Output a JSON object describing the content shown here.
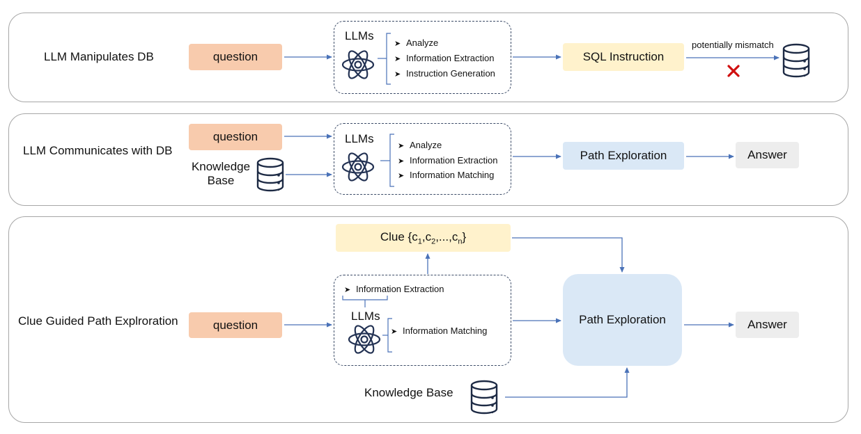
{
  "panel1": {
    "title": "LLM Manipulates DB",
    "question": "question",
    "llm_title": "LLMs",
    "items": [
      "Analyze",
      "Information Extraction",
      "Instruction Generation"
    ],
    "output": "SQL Instruction",
    "mismatch_label": "potentially mismatch"
  },
  "panel2": {
    "title": "LLM Communicates with DB",
    "question": "question",
    "kb_line1": "Knowledge",
    "kb_line2": "Base",
    "llm_title": "LLMs",
    "items": [
      "Analyze",
      "Information Extraction",
      "Information Matching"
    ],
    "exploration": "Path Exploration",
    "answer": "Answer"
  },
  "panel3": {
    "title": "Clue Guided Path Explroration",
    "question": "question",
    "clue": "Clue {c1,c2,...,cn}",
    "llm_title": "LLMs",
    "item_top": "Information Extraction",
    "item_right": "Information Matching",
    "exploration": "Path Exploration",
    "answer": "Answer",
    "kb": "Knowledge Base"
  },
  "colors": {
    "question": "#f8cbad",
    "sql": "#fff2cc",
    "exploration": "#dae8f6",
    "answer": "#ededed",
    "arrow": "#4a72b8",
    "mismatch_x": "#d01010"
  },
  "icons": [
    "atom-icon",
    "database-icon",
    "arrow-bullet-icon",
    "cross-icon"
  ]
}
